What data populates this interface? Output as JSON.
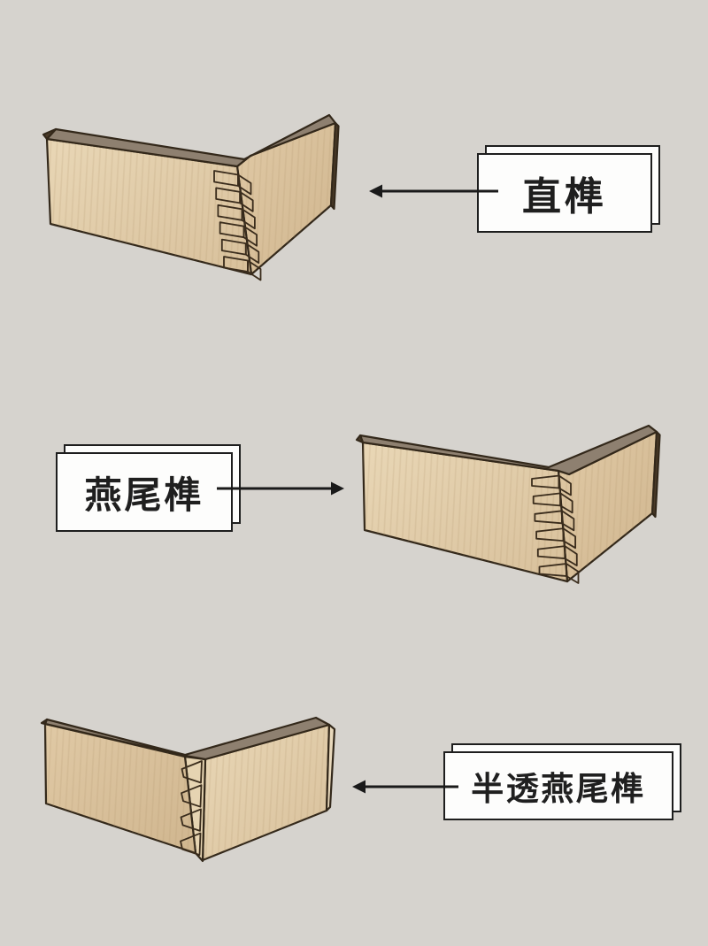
{
  "page": {
    "background": "#d6d3ce"
  },
  "colors": {
    "bg": "#d6d3ce",
    "outline": "#33281a",
    "card_bg": "#fdfdfc",
    "card_border": "#1e1e1e",
    "text": "#1f1f1f",
    "arrow": "#1a1a1a",
    "wood_top": "#8e8070",
    "wood_face_light": "#e9d7b6",
    "wood_face_dark": "#d0b68f",
    "wood_end": "#e9d9bc"
  },
  "sections": [
    {
      "label": "直榫",
      "arrow_direction": "left",
      "illustration": "finger-joint-corner"
    },
    {
      "label": "燕尾榫",
      "arrow_direction": "right",
      "illustration": "dovetail-joint-corner"
    },
    {
      "label": "半透燕尾榫",
      "arrow_direction": "left",
      "illustration": "half-blind-dovetail-corner"
    }
  ]
}
